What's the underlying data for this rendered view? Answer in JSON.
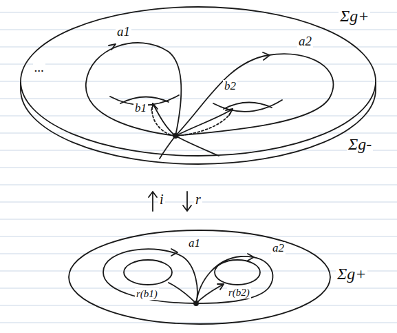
{
  "diagram": {
    "labels": [
      "Σg+",
      "a1",
      "a2",
      "...",
      "b1",
      "b2",
      "Σg-",
      "i",
      "r",
      "a1",
      "a2",
      "r(b1)",
      "r(b2)",
      "Σg+"
    ]
  }
}
